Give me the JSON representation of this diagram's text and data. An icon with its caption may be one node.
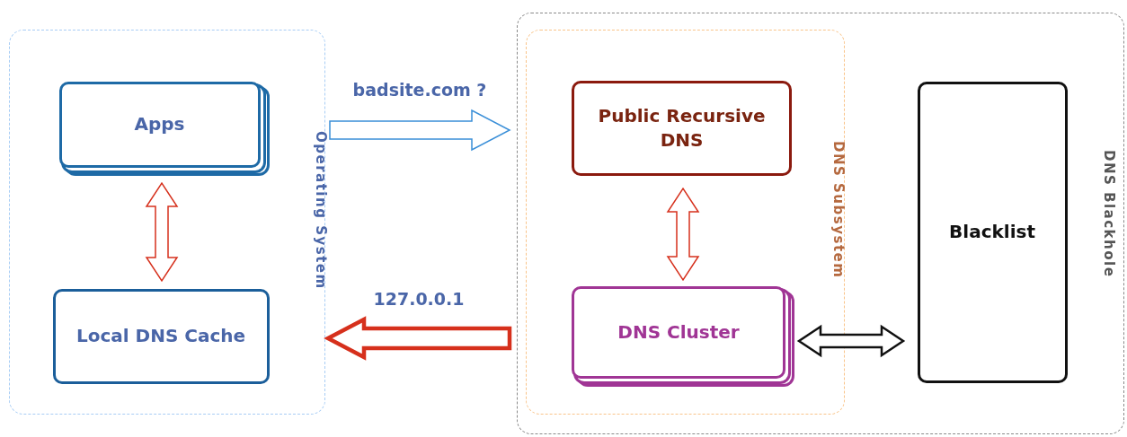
{
  "diagram": {
    "nodes": [
      {
        "text": [
          "Operating System"
        ]
      },
      {
        "text": [
          "Apps"
        ],
        "in": 0
      },
      {
        "text": [
          "Local DNS Cache"
        ],
        "in": 0
      },
      {
        "text": [
          "DNS Blackhole"
        ]
      },
      {
        "text": [
          "DNS Subsystem"
        ],
        "in": 3
      },
      {
        "text": [
          "Public Recursive DNS"
        ],
        "in": 4
      },
      {
        "text": [
          "DNS Cluster"
        ],
        "in": 4
      },
      {
        "text": [
          "Blacklist"
        ],
        "in": 3
      }
    ],
    "edges": [
      {
        "from": 1,
        "to": 2,
        "arrow": "both"
      },
      {
        "from": 0,
        "to": 3,
        "arrow": "to",
        "label": "badsite.com ?",
        "color": "#3a8fd8"
      },
      {
        "from": 3,
        "to": 0,
        "arrow": "to",
        "label": "127.0.0.1",
        "style": "thick"
      },
      {
        "from": 5,
        "to": 6,
        "arrow": "both"
      },
      {
        "from": 6,
        "to": 7,
        "arrow": "both",
        "color": "#111111"
      }
    ]
  }
}
